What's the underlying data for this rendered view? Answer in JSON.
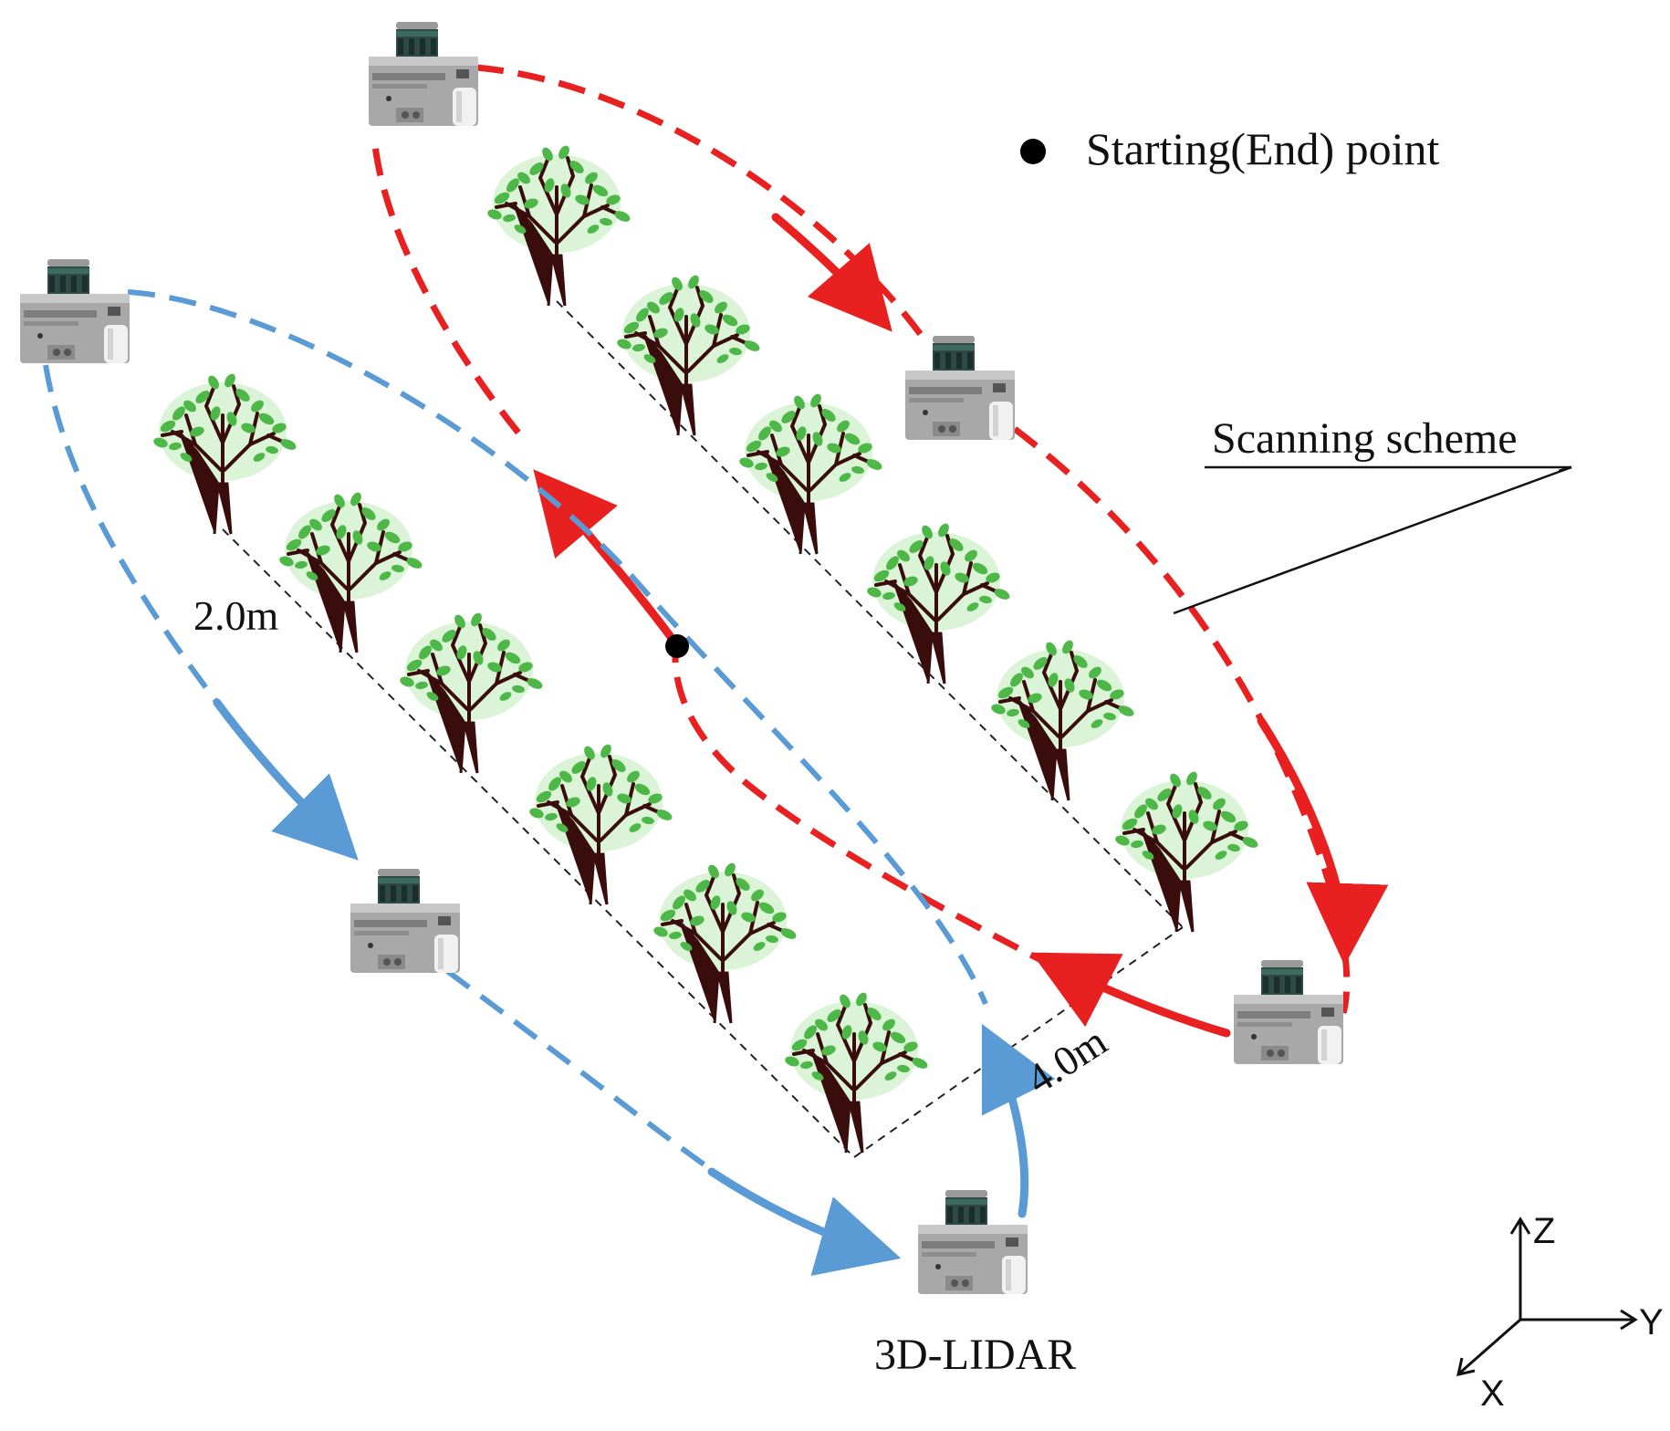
{
  "legend": {
    "label": "Starting(End) point"
  },
  "annotations": {
    "scanning_scheme": "Scanning scheme",
    "row_spacing": "2.0m",
    "column_spacing": "4.0m",
    "device_label": "3D-LIDAR"
  },
  "axes": {
    "x": "X",
    "y": "Y",
    "z": "Z"
  },
  "colors": {
    "red_path": "#e8201f",
    "blue_path": "#5b9bd5",
    "tree_trunk": "#3a0d0d",
    "tree_leaves": "#4db848",
    "start_point": "#000000"
  },
  "icons": [
    "tree-icon",
    "lidar-sensor-icon",
    "starting-point-marker"
  ]
}
